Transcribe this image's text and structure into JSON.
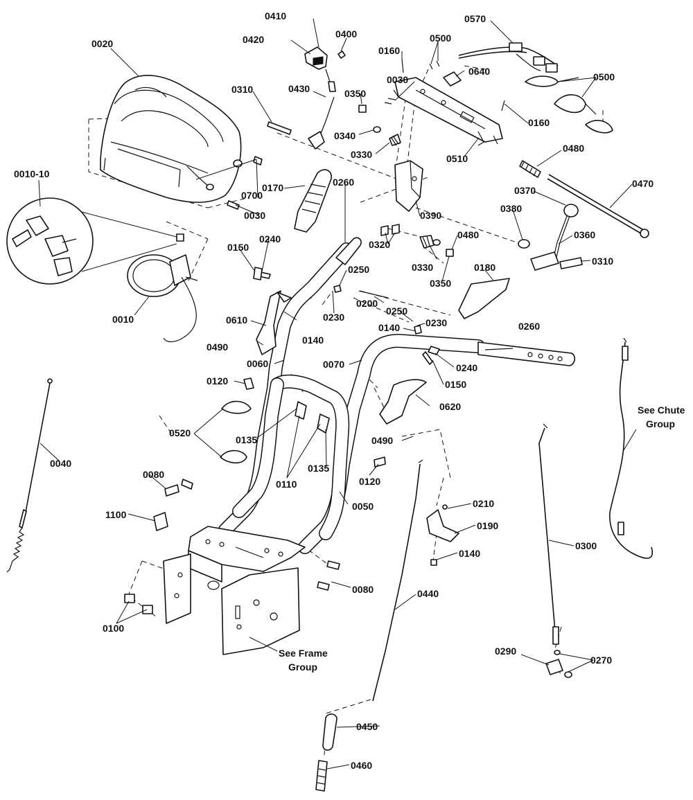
{
  "diagram": {
    "part_labels": [
      "0010",
      "0010-10",
      "0020",
      "0030",
      "0030",
      "0040",
      "0050",
      "0060",
      "0070",
      "0080",
      "0080",
      "0100",
      "0110",
      "0120",
      "0120",
      "0135",
      "0135",
      "0140",
      "0140",
      "0140",
      "0150",
      "0150",
      "0160",
      "0160",
      "0170",
      "0180",
      "0190",
      "0200",
      "0210",
      "0230",
      "0230",
      "0240",
      "0240",
      "0250",
      "0250",
      "0260",
      "0260",
      "0270",
      "0290",
      "0300",
      "0310",
      "0310",
      "0320",
      "0330",
      "0330",
      "0340",
      "0350",
      "0350",
      "0360",
      "0370",
      "0380",
      "0390",
      "0400",
      "0410",
      "0420",
      "0430",
      "0440",
      "0450",
      "0460",
      "0470",
      "0480",
      "0480",
      "0490",
      "0490",
      "0500",
      "0500",
      "0510",
      "0520",
      "0570",
      "0610",
      "0620",
      "0640",
      "0700",
      "1100"
    ],
    "notes": {
      "chute_line1": "See Chute",
      "chute_line2": "Group",
      "frame_line1": "See Frame",
      "frame_line2": "Group"
    }
  }
}
